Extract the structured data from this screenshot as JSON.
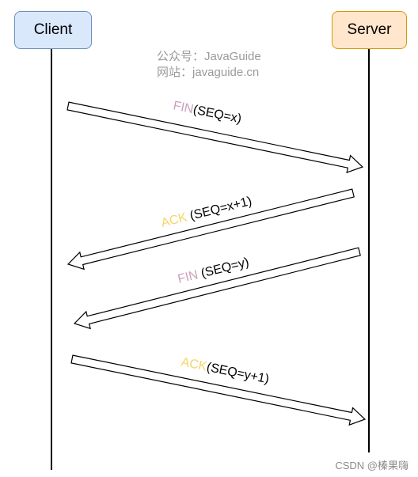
{
  "actors": {
    "client": {
      "label": "Client",
      "fill": "#dae8fc",
      "stroke": "#6c8ebf"
    },
    "server": {
      "label": "Server",
      "fill": "#ffe6cc",
      "stroke": "#d79b00"
    }
  },
  "watermark": {
    "line1": "公众号：JavaGuide",
    "line2": "网站：javaguide.cn"
  },
  "messages": [
    {
      "direction": "client-to-server",
      "flag": "FIN",
      "params": "(SEQ=x)",
      "flag_color": "#cd9ebd"
    },
    {
      "direction": "server-to-client",
      "flag": "ACK",
      "params": " (SEQ=x+1)",
      "flag_color": "#f5d66a"
    },
    {
      "direction": "server-to-client",
      "flag": "FIN",
      "params": " (SEQ=y)",
      "flag_color": "#cd9ebd"
    },
    {
      "direction": "client-to-server",
      "flag": "ACK",
      "params": "(SEQ=y+1)",
      "flag_color": "#f5d66a"
    }
  ],
  "footer": "CSDN @榛果嗨"
}
